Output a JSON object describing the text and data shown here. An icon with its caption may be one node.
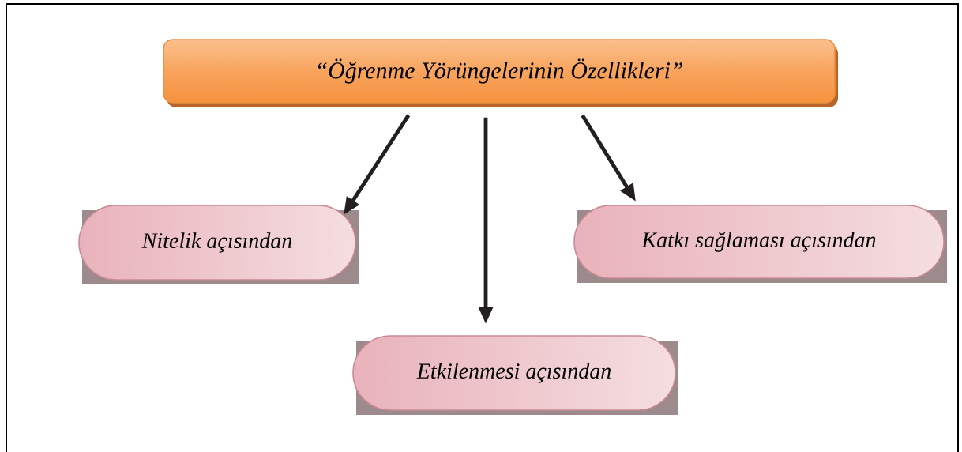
{
  "diagram": {
    "nodes": [
      {
        "text": [
          "“Öğrenme Yörüngelerinin Özellikleri”"
        ]
      },
      {
        "text": [
          "Nitelik açısından"
        ]
      },
      {
        "text": [
          "Etkilenmesi açısından"
        ]
      },
      {
        "text": [
          "Katkı sağlaması açısından"
        ]
      }
    ],
    "edges": [
      {
        "from": 0,
        "to": 1,
        "arrow": "to"
      },
      {
        "from": 0,
        "to": 2,
        "arrow": "to"
      },
      {
        "from": 0,
        "to": 3,
        "arrow": "to"
      }
    ]
  }
}
